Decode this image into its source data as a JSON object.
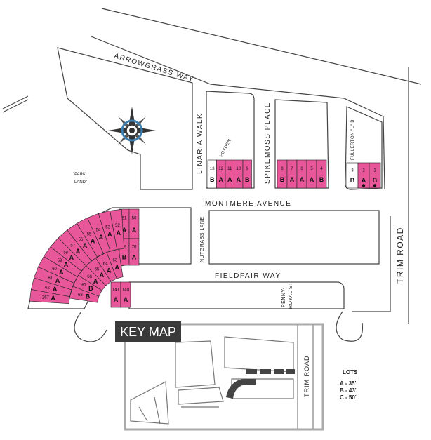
{
  "streets": {
    "arrowgrass": "ARROWGRASS WAY",
    "linaria": "LINARIA WALK",
    "foxden": "FOXDEN",
    "spikemoss": "SPIKEMOSS PLACE",
    "fullerton": "FULLERTON \"L\" B",
    "montmere": "MONTMERE AVENUE",
    "nutgrass": "NUTGRASS LANE",
    "fieldfair": "FIELDFAIR WAY",
    "penny1": "PENNY-",
    "penny2": "ROYAL ST.",
    "trim": "TRIM ROAD"
  },
  "park": {
    "line1": "\"PARK",
    "line2": "LAND\""
  },
  "key_map": {
    "title": "KEY MAP",
    "road": "TRIM ROAD"
  },
  "legend": {
    "title": "LOTS",
    "items": [
      {
        "type": "A",
        "size": "35'"
      },
      {
        "type": "B",
        "size": "43'"
      },
      {
        "type": "C",
        "size": "50'"
      }
    ]
  },
  "lots_linaria": [
    {
      "num": "13",
      "type": "B",
      "sold": false
    },
    {
      "num": "12",
      "type": "A",
      "sold": true
    },
    {
      "num": "11",
      "type": "A",
      "sold": true
    },
    {
      "num": "10",
      "type": "A",
      "sold": true
    },
    {
      "num": "9",
      "type": "B",
      "sold": true
    }
  ],
  "lots_spikemoss": [
    {
      "num": "8",
      "type": "B"
    },
    {
      "num": "7",
      "type": "A"
    },
    {
      "num": "6",
      "type": "A"
    },
    {
      "num": "5",
      "type": "A"
    },
    {
      "num": "4",
      "type": "B"
    }
  ],
  "lots_fullerton": [
    {
      "num": "3",
      "type": "B",
      "sold": false
    },
    {
      "num": "2",
      "type": "A",
      "sold": true
    },
    {
      "num": "1",
      "type": "B",
      "sold": true
    }
  ],
  "lots_montmere": [
    {
      "num": "51",
      "type": "A"
    },
    {
      "num": "50",
      "type": "A"
    }
  ],
  "lots_mid": [
    {
      "num": "69",
      "type": "B"
    },
    {
      "num": "70",
      "type": "A"
    }
  ],
  "lots_fieldfair": [
    {
      "num": "141",
      "type": "A"
    },
    {
      "num": "140",
      "type": "A"
    }
  ],
  "lots_curve": [
    {
      "num": "52",
      "type": "A"
    },
    {
      "num": "53",
      "type": "A"
    },
    {
      "num": "54",
      "type": "A"
    },
    {
      "num": "55",
      "type": "A"
    },
    {
      "num": "56",
      "type": "A"
    },
    {
      "num": "57",
      "type": "A"
    },
    {
      "num": "58",
      "type": "A"
    },
    {
      "num": "59",
      "type": "A"
    },
    {
      "num": "60",
      "type": "A"
    },
    {
      "num": "61",
      "type": "A"
    },
    {
      "num": "62",
      "type": "A"
    },
    {
      "num": "267",
      "type": "A"
    },
    {
      "num": "63",
      "type": "A"
    },
    {
      "num": "64",
      "type": "A"
    },
    {
      "num": "65",
      "type": "A"
    },
    {
      "num": "66",
      "type": "A"
    },
    {
      "num": "67",
      "type": "B"
    },
    {
      "num": "68",
      "type": "B"
    }
  ],
  "colors": {
    "lot": "#e8579a",
    "line": "#444444",
    "key_border": "#aaaaaa",
    "key_fill": "#3a3a3a"
  }
}
